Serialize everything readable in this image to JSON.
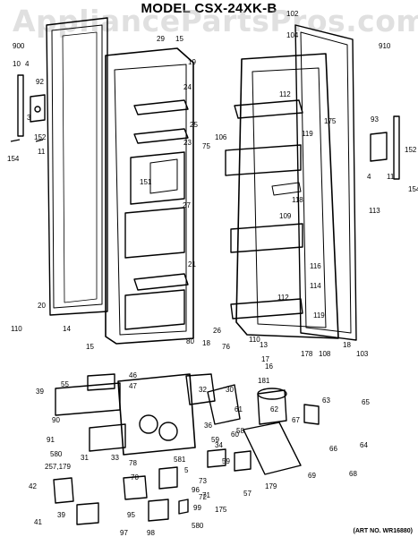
{
  "title": "MODEL CSX-24XK-B",
  "watermark": "AppliancePartsPros.com",
  "art_number": "(ART NO. WR16880)",
  "part_labels": [
    "900",
    "10",
    "4",
    "92",
    "3",
    "152",
    "154",
    "11",
    "29",
    "15",
    "19",
    "24",
    "23",
    "25",
    "27",
    "75",
    "151",
    "21",
    "20",
    "14",
    "15",
    "110",
    "18",
    "80",
    "76",
    "13",
    "17",
    "16",
    "181",
    "26",
    "32",
    "102",
    "104",
    "910",
    "112",
    "175",
    "106",
    "119",
    "118",
    "109",
    "116",
    "114",
    "112",
    "119",
    "93",
    "4",
    "11",
    "152",
    "154",
    "113",
    "18",
    "103",
    "108",
    "178",
    "110",
    "46",
    "47",
    "55",
    "39",
    "90",
    "91",
    "580",
    "31",
    "257,179",
    "42",
    "41",
    "39",
    "33",
    "78",
    "70",
    "581",
    "5",
    "96",
    "72",
    "95",
    "97",
    "98",
    "99",
    "580",
    "30",
    "61",
    "62",
    "67",
    "63",
    "65",
    "60",
    "59",
    "66",
    "64",
    "68",
    "69",
    "36",
    "34",
    "58",
    "179",
    "57",
    "73",
    "71",
    "175",
    "59"
  ]
}
